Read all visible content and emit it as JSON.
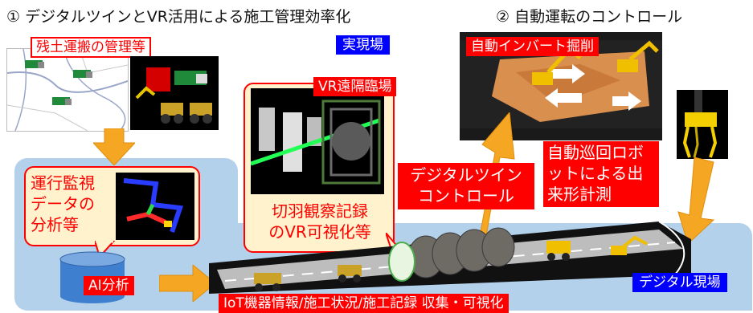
{
  "titles": {
    "left": "① デジタルツインとVR活用による施工管理効率化",
    "right": "② 自動運転のコントロール"
  },
  "labels": {
    "soil_transport": "残土運搬の管理等",
    "real_site": "実現場",
    "vr_remote": "VR遠隔臨場",
    "auto_invert": "自動インバート掘削",
    "operation_data": [
      "運行監視",
      "データの",
      "分析等"
    ],
    "face_record": [
      "切羽観察記録",
      "のVR可視化等"
    ],
    "digital_twin_control": [
      "デジタルツイン",
      "コントロール"
    ],
    "robot_patrol": [
      "自動巡回ロボ",
      "ットによる出",
      "来形計測"
    ],
    "ai_analysis": "AI分析",
    "digital_site": "デジタル現場",
    "iot_collection": "IoT機器情報/施工状況/施工記録 収集・可視化"
  },
  "colors": {
    "red": "#ff0000",
    "orange": "#f5a623",
    "panel_blue": "#b4d1ec",
    "callout_bg": "#fff2cc",
    "label_blue": "#0000ff",
    "database_blue": "#3f7fcf"
  }
}
